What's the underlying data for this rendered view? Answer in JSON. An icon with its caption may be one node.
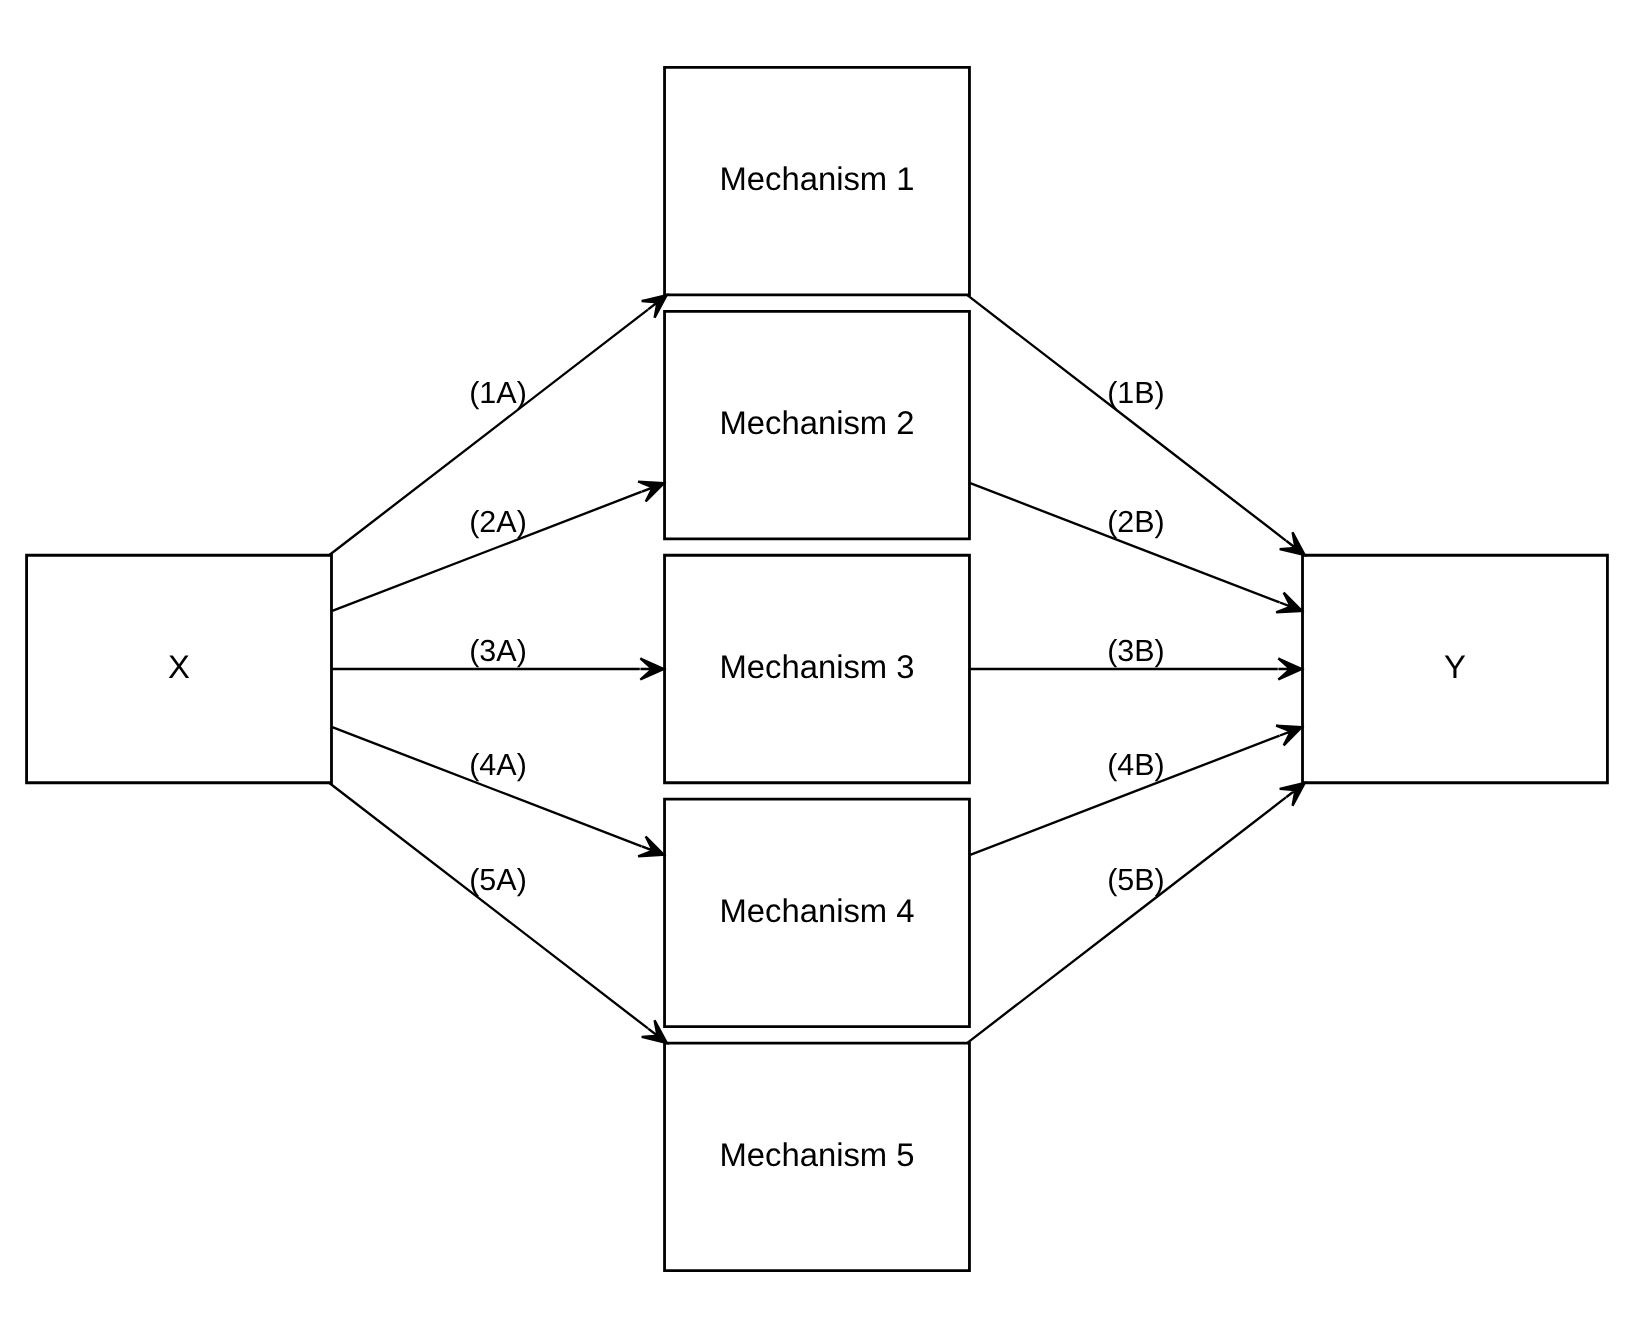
{
  "diagram": {
    "nodes": [
      {
        "text": [
          "X"
        ]
      },
      {
        "text": [
          "Mechanism 1"
        ]
      },
      {
        "text": [
          "Mechanism 2"
        ]
      },
      {
        "text": [
          "Mechanism 3"
        ]
      },
      {
        "text": [
          "Mechanism 4"
        ]
      },
      {
        "text": [
          "Mechanism 5"
        ]
      },
      {
        "text": [
          "Y"
        ]
      }
    ],
    "edges": [
      {
        "from": 0,
        "to": 1,
        "arrow": "to",
        "label": "(1A)"
      },
      {
        "from": 0,
        "to": 2,
        "arrow": "to",
        "label": "(2A)"
      },
      {
        "from": 0,
        "to": 3,
        "arrow": "to",
        "label": "(3A)"
      },
      {
        "from": 0,
        "to": 4,
        "arrow": "to",
        "label": "(4A)"
      },
      {
        "from": 0,
        "to": 5,
        "arrow": "to",
        "label": "(5A)"
      },
      {
        "from": 1,
        "to": 6,
        "arrow": "to",
        "label": "(1B)"
      },
      {
        "from": 2,
        "to": 6,
        "arrow": "to",
        "label": "(2B)"
      },
      {
        "from": 3,
        "to": 6,
        "arrow": "to",
        "label": "(3B)"
      },
      {
        "from": 4,
        "to": 6,
        "arrow": "to",
        "label": "(4B)"
      },
      {
        "from": 5,
        "to": 6,
        "arrow": "to",
        "label": "(5B)"
      }
    ]
  }
}
